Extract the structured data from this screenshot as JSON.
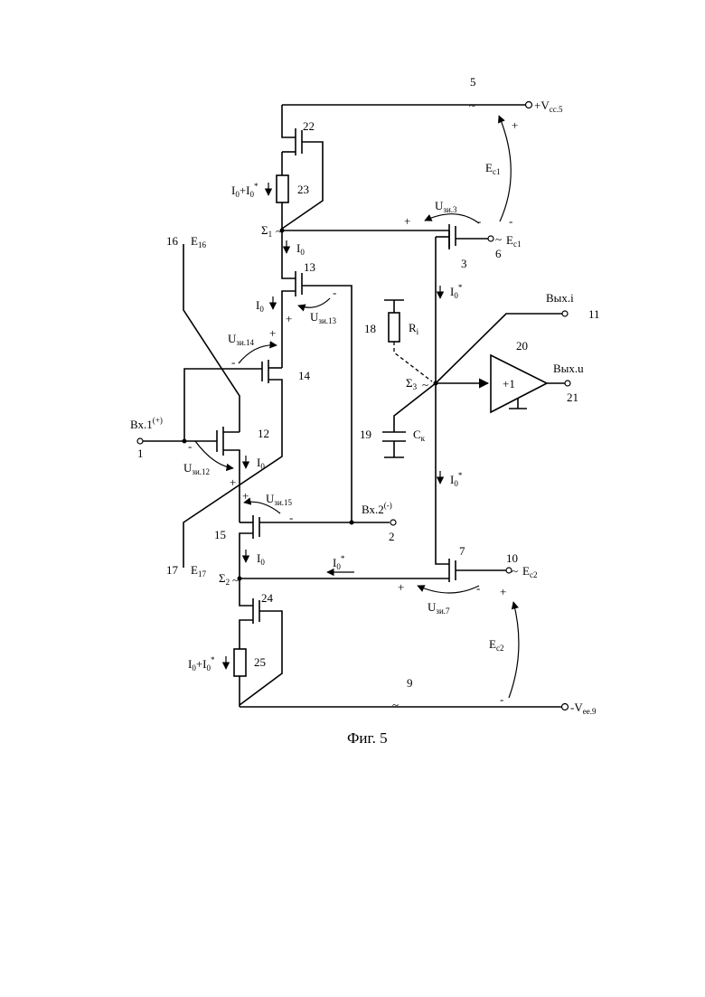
{
  "caption": "Фиг. 5",
  "nodes": {
    "n1": "1",
    "n2": "2",
    "n3": "3",
    "n5": "5",
    "n6": "6",
    "n7": "7",
    "n9": "9",
    "n10": "10",
    "n11": "11",
    "n12": "12",
    "n13": "13",
    "n14": "14",
    "n15": "15",
    "n16": "16",
    "n17": "17",
    "n18": "18",
    "n19": "19",
    "n20": "20",
    "n21": "21",
    "n22": "22",
    "n23": "23",
    "n24": "24",
    "n25": "25"
  },
  "supplies": {
    "vcc_main": "+V",
    "vcc_sub": "cc.5",
    "vee_main": "-V",
    "vee_sub": "ee.9"
  },
  "sources": {
    "ec1_main": "E",
    "ec1_sub": "c1",
    "ec2_main": "E",
    "ec2_sub": "c2",
    "e16_main": "E",
    "e16_sub": "16",
    "e17_main": "E",
    "e17_sub": "17"
  },
  "inputs": {
    "in1_main": "Вх.1",
    "in1_sup": "(+)",
    "in2_main": "Вх.2",
    "in2_sup": "(-)"
  },
  "outputs": {
    "out_i": "Вых.i",
    "out_u": "Вых.u"
  },
  "summing": {
    "s1_main": "Σ",
    "s1_sub": "1",
    "s2_main": "Σ",
    "s2_sub": "2",
    "s3_main": "Σ",
    "s3_sub": "3"
  },
  "passives": {
    "ri_main": "R",
    "ri_sub": "i",
    "ck_main": "C",
    "ck_sub": "к"
  },
  "buffer": {
    "label": "+1"
  },
  "currents": {
    "i0_main": "I",
    "i0_sub": "0",
    "i0s_main": "I",
    "i0s_sub": "0",
    "i0s_sup": "*",
    "i0sum_a": "I",
    "i0sum_b": "+I",
    "i0sum_sub": "0",
    "i0sum_sup": "*"
  },
  "voltages": {
    "u_main": "U",
    "u3_sub": "зи.3",
    "u7_sub": "зи.7",
    "u12_sub": "зи.12",
    "u13_sub": "зи.13",
    "u14_sub": "зи.14",
    "u15_sub": "зи.15"
  },
  "signs": {
    "plus": "+",
    "minus": "-",
    "tilde": "~"
  }
}
